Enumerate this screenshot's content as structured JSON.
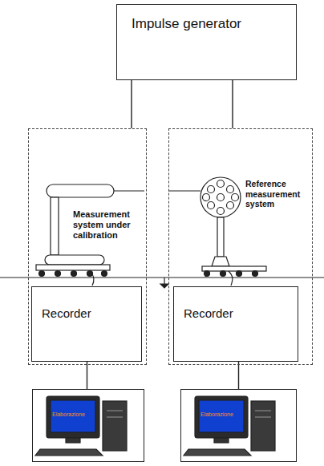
{
  "diagram": {
    "nodes": [
      {
        "text": [
          "Impulse generator"
        ]
      },
      {
        "text": [
          "Measurement system under calibration"
        ]
      },
      {
        "text": [
          "Reference measurement system"
        ]
      },
      {
        "text": [
          "Recorder"
        ],
        "in": 1
      },
      {
        "text": [
          "Recorder"
        ],
        "in": 2
      },
      {
        "text": [
          "Elaborazione"
        ]
      },
      {
        "text": [
          "Elaborazione"
        ]
      }
    ],
    "edges": [
      {
        "from": 0,
        "to": 1,
        "arrow": "none"
      },
      {
        "from": 0,
        "to": 2,
        "arrow": "none"
      },
      {
        "from": 3,
        "to": 5,
        "arrow": "none"
      },
      {
        "from": 4,
        "to": 6,
        "arrow": "none"
      }
    ]
  }
}
